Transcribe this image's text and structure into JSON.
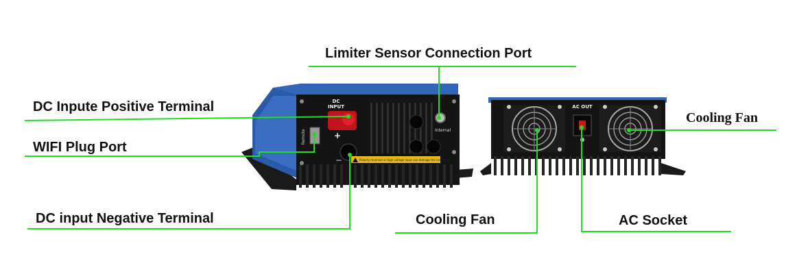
{
  "callouts": {
    "limiter_port": "Limiter Sensor Connection Port",
    "dc_positive": "DC Inpute Positive Terminal",
    "wifi_port": "WIFI Plug Port",
    "dc_negative": "DC input Negative Terminal",
    "cooling_fan_right": "Cooling Fan",
    "cooling_fan_bottom": "Cooling Fan",
    "ac_socket": "AC Socket"
  },
  "device_markings": {
    "dc_input": "DC\nINPUT",
    "remote": "Remote",
    "internal": "Internal",
    "plus": "+",
    "minus": "—",
    "warning": "Polarity reversed or high voltage input can damage the inverter!",
    "ac_out": "AC OUT"
  },
  "colors": {
    "leader_line": "#22dd22",
    "case_blue": "#2a5aa8",
    "panel_black": "#141414",
    "warning_yellow": "#e8b818"
  }
}
